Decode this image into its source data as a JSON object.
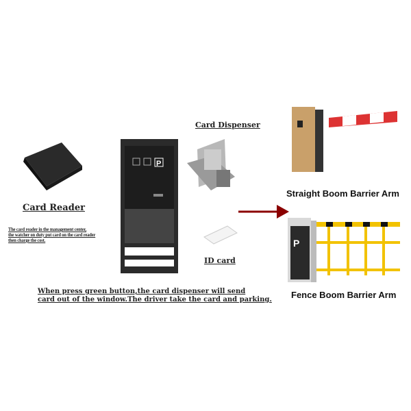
{
  "card_reader": {
    "label": "Card Reader",
    "description": [
      "The card reader in the management center,",
      "the watcher on duty put card on the card reader",
      "then charge the cost."
    ]
  },
  "card_dispenser": {
    "label": "Card Dispenser"
  },
  "id_card": {
    "label": "ID card"
  },
  "kiosk": {
    "panel_symbol": "P"
  },
  "note": [
    "When press green button,the card dispenser will send",
    "card out of the window.The driver take the card and parking."
  ],
  "straight_barrier": {
    "label": "Straight Boom Barrier Arm"
  },
  "fence_barrier": {
    "label": "Fence Boom Barrier Arm",
    "panel_symbol": "P"
  },
  "colors": {
    "arrow": "#8b0000",
    "barrier_gold": "#c9a06a",
    "fence_yellow": "#f2c200"
  }
}
